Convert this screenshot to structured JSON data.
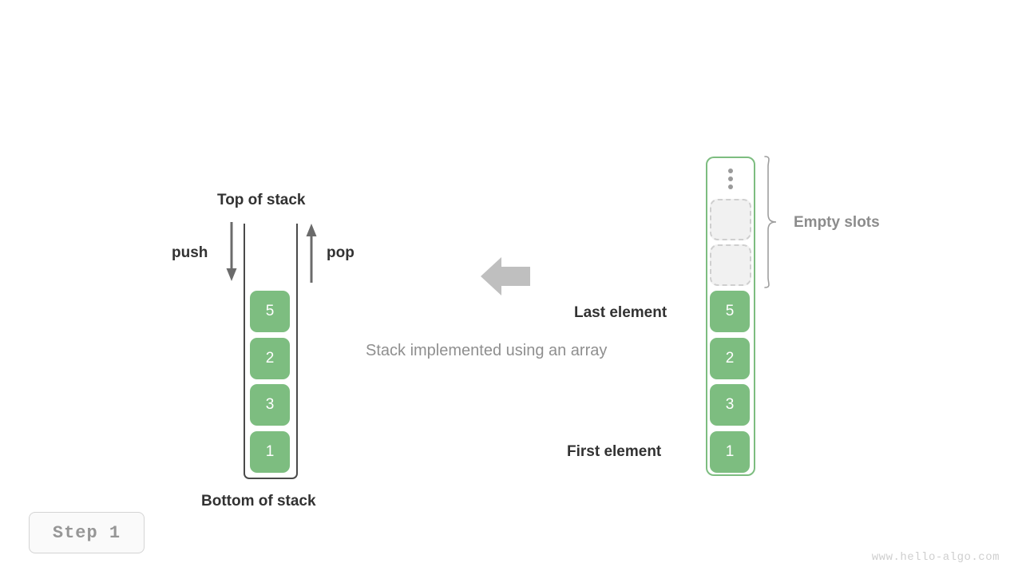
{
  "diagram": {
    "caption": "Stack implemented using an array",
    "watermark": "www.hello-algo.com",
    "step_badge": "Step  1",
    "colors": {
      "cell_green": "#7dbd80",
      "container_border_green": "#7dbd80",
      "stack_border_gray": "#4a4a4a",
      "label_dark": "#323232",
      "label_gray": "#8c8c8c",
      "caption_gray": "#8f8f8f",
      "empty_slot_fill": "#f1f1f1",
      "empty_slot_border": "#cfcfcf",
      "transition_arrow": "#bfbfbf"
    }
  },
  "left_stack": {
    "top_label": "Top of stack",
    "bottom_label": "Bottom of stack",
    "push_label": "push",
    "pop_label": "pop",
    "values": [
      "5",
      "2",
      "3",
      "1"
    ]
  },
  "right_array": {
    "values": [
      "5",
      "2",
      "3",
      "1"
    ],
    "empty_slot_count": 2,
    "ellipsis_icon": "vertical-ellipsis-icon",
    "brace_label": "Empty slots",
    "last_element_label": "Last element",
    "first_element_label": "First element"
  }
}
